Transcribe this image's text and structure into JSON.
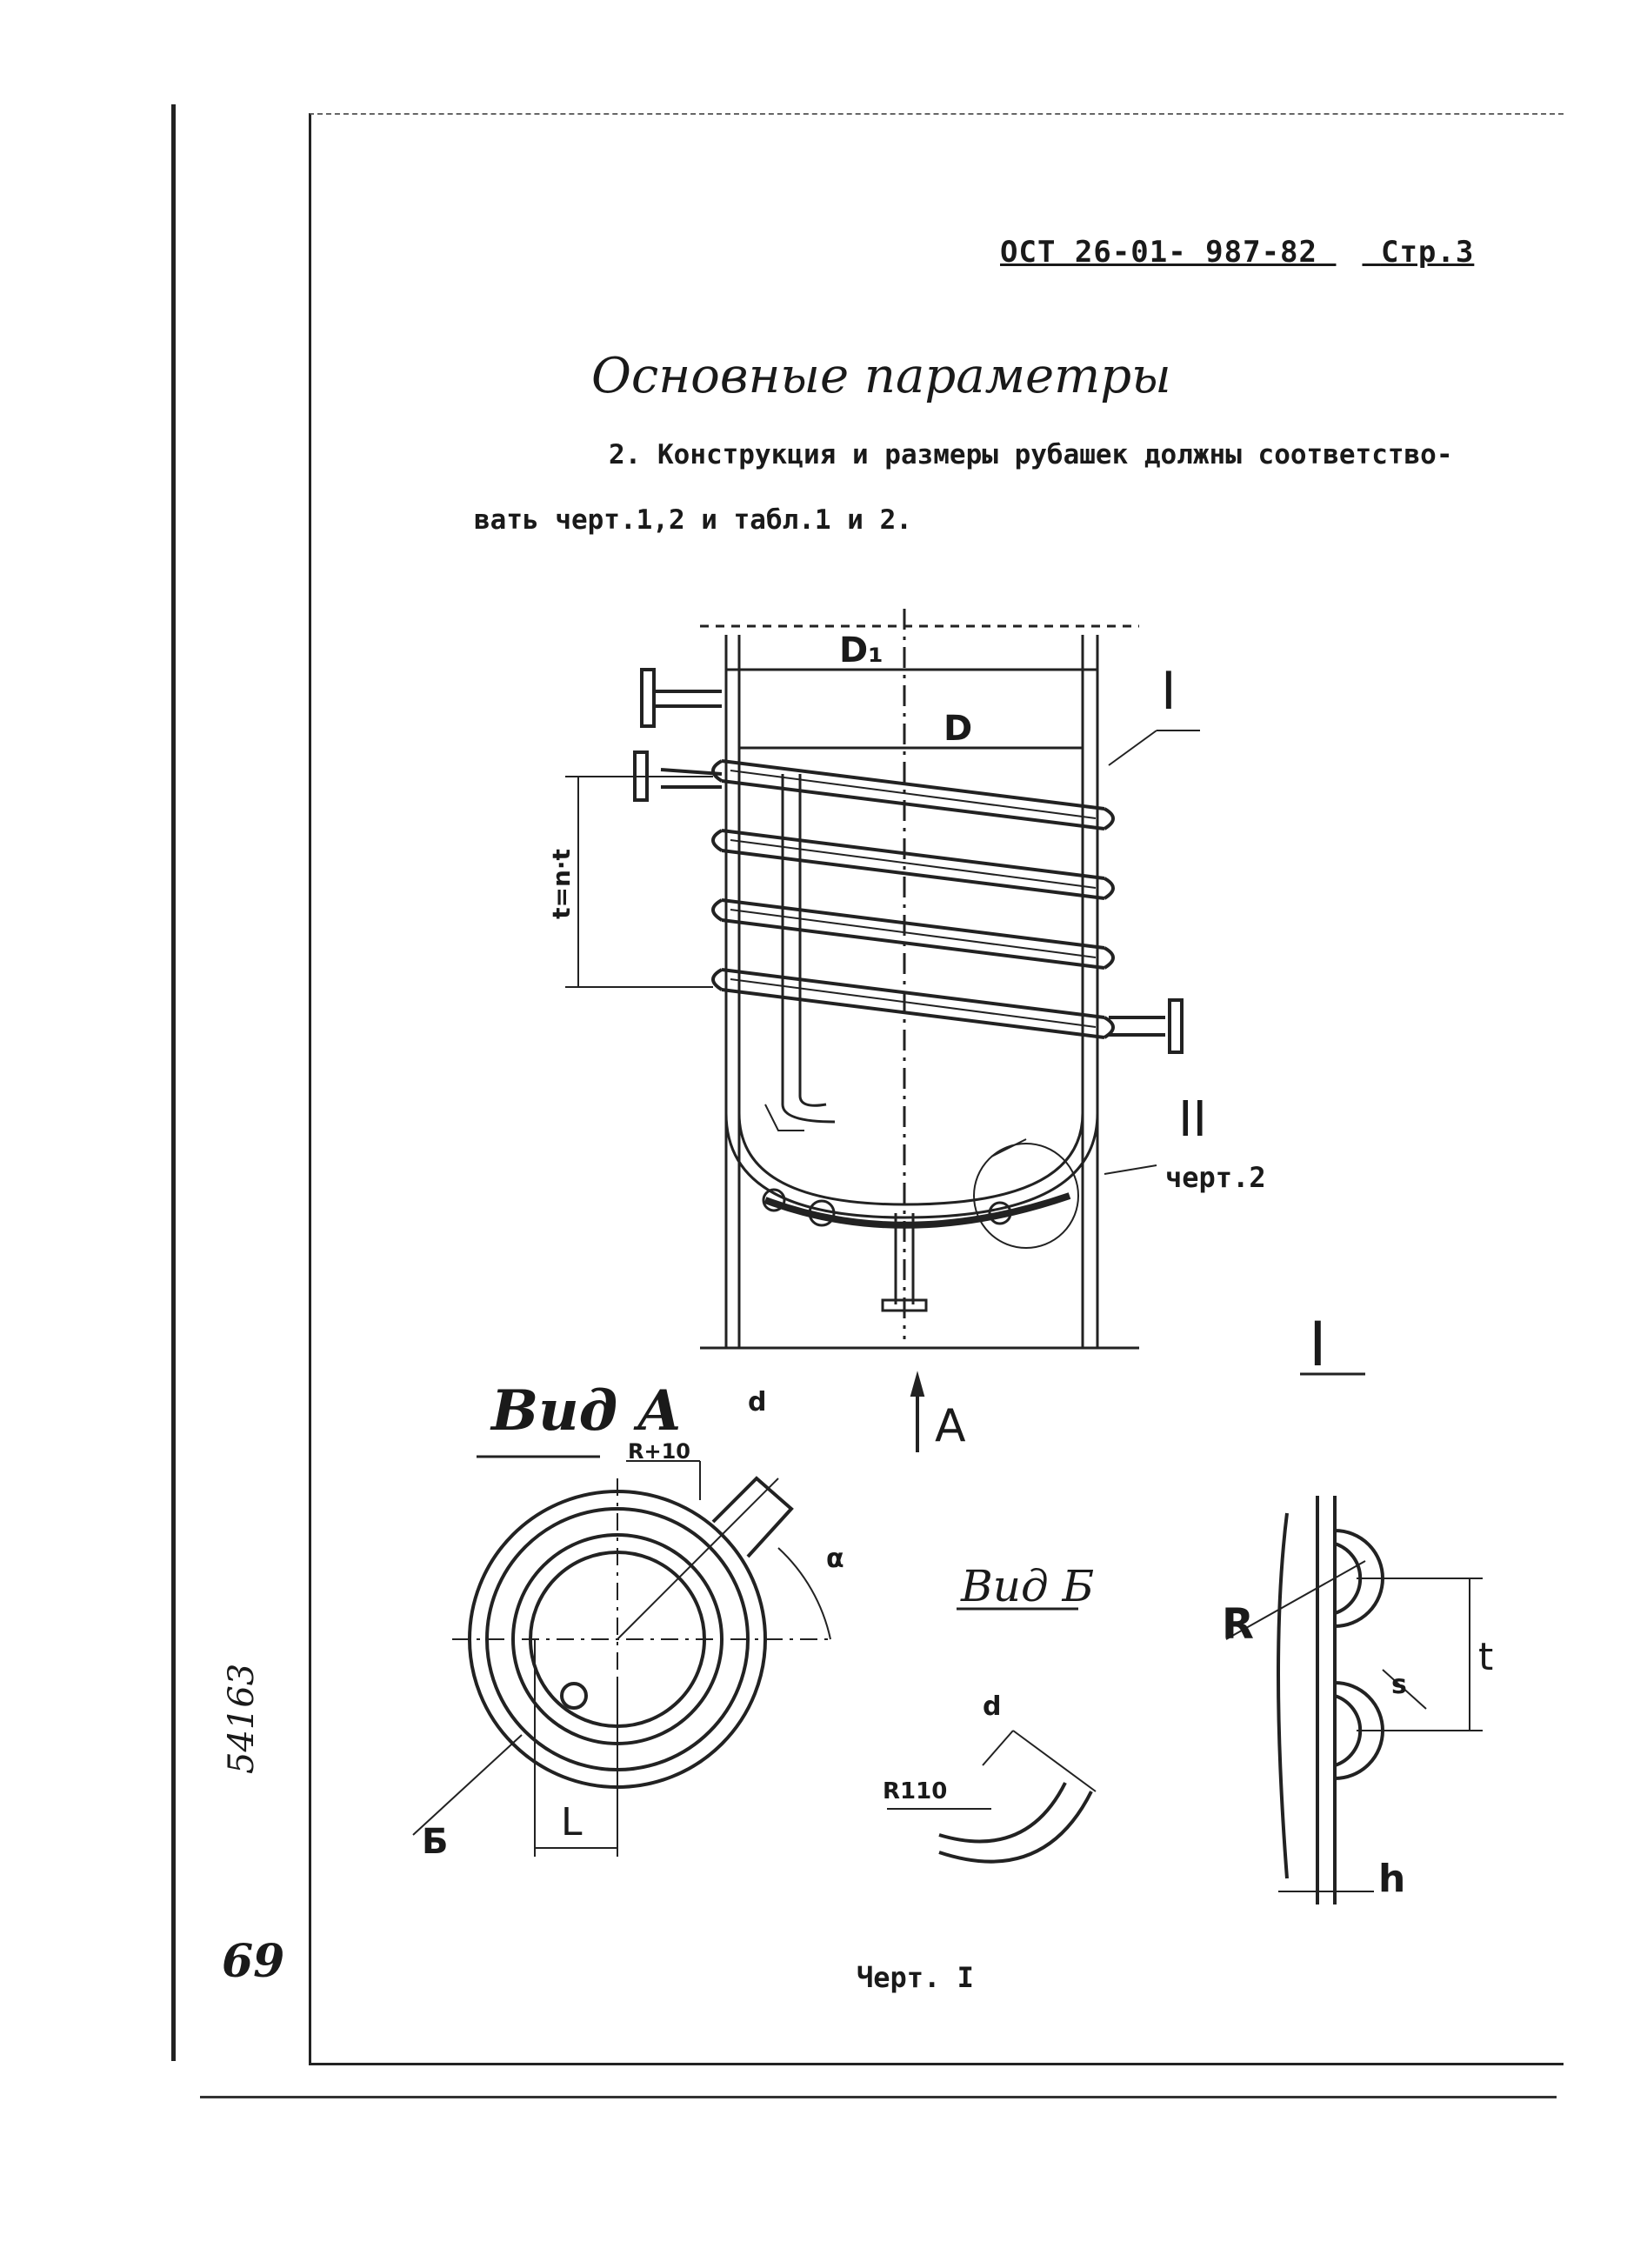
{
  "header": {
    "doc_number": "ОСТ 26-01- 987-82",
    "page": "Стр.3"
  },
  "section_title": "Основные параметры",
  "paragraph": {
    "line1": "2. Конструкция и размеры рубашек должны соответство-",
    "line2": "вать черт.1,2 и табл.1 и 2."
  },
  "drawing_labels": {
    "d1": "D₁",
    "d": "D",
    "pitch": "t=n·t",
    "callout_1": "I",
    "callout_2": "II",
    "callout_2_ref": "черт.2",
    "detail_mark": "I",
    "view_arrow": "A",
    "view_a_title": "Вид А",
    "r_plus_10": "R+10",
    "dim_d": "d",
    "angle_alpha": "α",
    "section_b": "Б",
    "dim_l": "L",
    "view_b_title": "Вид Б",
    "r110": "R110",
    "dim_d2": "d",
    "r": "R",
    "t": "t",
    "s": "s",
    "h": "h"
  },
  "margin_notes": {
    "archive_number": "54163",
    "sheet_number": "69"
  },
  "caption": "Черт. I"
}
